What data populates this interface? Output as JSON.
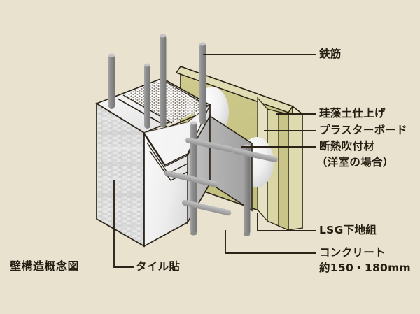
{
  "figure": {
    "title": "壁構造概念図",
    "background_color": "#e8e2ce",
    "text_color": "#241d12",
    "line_color": "#2b2318"
  },
  "colors": {
    "concrete_tile_face": "#dcdcdc",
    "concrete_top": "#f2f2f2",
    "lsg_stud_block": "#adadad",
    "rebar": "#8c8c8c",
    "board_olive": "#c6c284",
    "board_light": "#e3e1c0",
    "board_edge": "#d6d2a0",
    "insulation": "#f0f0f0"
  },
  "labels": {
    "rebar": "鉄筋",
    "diatomaceous": "珪藻土仕上げ",
    "plasterboard": "プラスターボード",
    "insulation_spray": "断熱吹付材",
    "insulation_note": "（洋室の場合）",
    "lsg_frame": "LSG下地組",
    "concrete": "コンクリート",
    "concrete_spec": "約150・180mm",
    "tile": "タイル貼"
  }
}
